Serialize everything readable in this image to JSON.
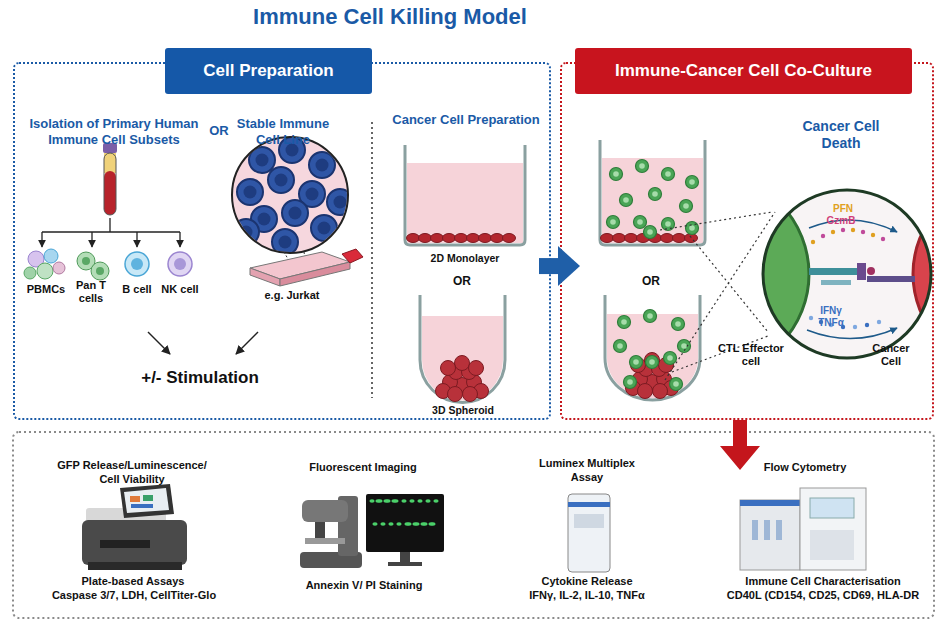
{
  "diagram": {
    "title": "Immune Cell Killing Model",
    "nodes": [
      {
        "text": [
          "Cell Preparation"
        ]
      },
      {
        "text": [
          "Immune-Cancer Cell Co-Culture"
        ]
      },
      {
        "text": [
          "Cancer Cell Death",
          "PFN",
          "GzmB",
          "IFNγ",
          "TNFα"
        ],
        "in": 1
      }
    ],
    "edges": [
      {
        "from": 0,
        "to": 1,
        "arrow": "to"
      }
    ],
    "labels": [
      "Isolation of Primary Human Immune Cell Subsets",
      "OR",
      "Stable Immune Cell Line",
      "PBMCs",
      "Pan T cells",
      "B cell",
      "NK cell",
      "e.g. Jurkat",
      "+/- Stimulation",
      "Cancer Cell Preparation",
      "2D Monolayer",
      "OR",
      "3D Spheroid",
      "OR",
      "CTL Effector cell",
      "Cancer Cell",
      "GFP Release/Luminescence/ Cell Viability",
      "Plate-based Assays",
      "Caspase 3/7, LDH, CellTiter-Glo",
      "Fluorescent Imaging",
      "Annexin V/ PI Staining",
      "Luminex Multiplex Assay",
      "Cytokine Release",
      "IFNγ, IL-2, IL-10, TNFα",
      "Flow Cytometry",
      "Immune Cell Characterisation",
      "CD40L (CD154, CD25, CD69, HLA-DR"
    ]
  }
}
